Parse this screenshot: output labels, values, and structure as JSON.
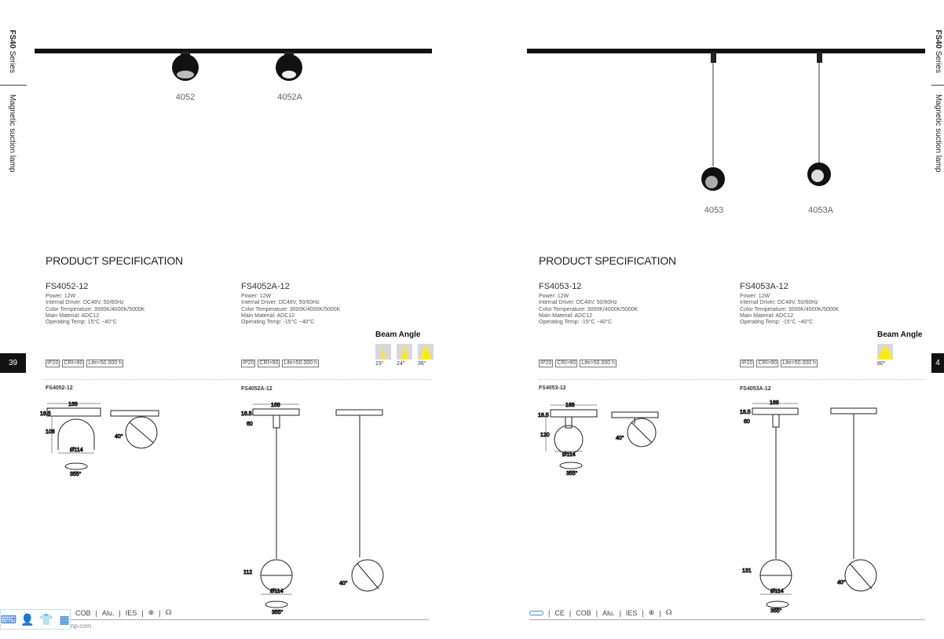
{
  "side_left": {
    "series_bold": "FS40",
    "series": "Series",
    "subtitle": "Magnetic suction lamp"
  },
  "side_right": {
    "series_bold": "FS40",
    "series": "Series",
    "subtitle": "Magnetic suction lamp"
  },
  "page_numbers": {
    "left": "39",
    "right": "4"
  },
  "left": {
    "products": [
      "4052",
      "4052A"
    ],
    "spec_title": "PRODUCT SPECIFICATION",
    "models": [
      {
        "name": "FS4052-12",
        "lines": [
          "Power: 12W",
          "Internal Driver: DC48V, 50/60Hz",
          "Color Temperature: 3000K/4000K/5000K",
          "Main Material: ADC12",
          "Operating Temp: 15°C ~40°C"
        ],
        "badges": [
          "IP20",
          "CRI>90",
          "Life>50.000 h"
        ],
        "drawing_title": "FS4052-12",
        "dims": {
          "width": "168",
          "track": "18.5",
          "height": "108",
          "dia": "Ø114",
          "rot": "355°",
          "tilt": "40°"
        }
      },
      {
        "name": "FS4052A-12",
        "lines": [
          "Power: 12W",
          "Internal Driver: DC48V, 50/60Hz",
          "Color Temperature: 3000K/4000K/5000K",
          "Main Material: ADC12",
          "Operating Temp: -15°C ~40°C"
        ],
        "badges": [
          "IP20",
          "CRI>90",
          "Life>50.000 h"
        ],
        "drawing_title": "FS4052A-12",
        "dims": {
          "width": "168",
          "track": "18.5",
          "stem": "60",
          "height": "112",
          "dia": "Ø114",
          "rot": "355°",
          "tilt": "40°"
        }
      }
    ],
    "beam_title": "Beam Angle",
    "beams": [
      "15°",
      "24°",
      "36°"
    ],
    "cert": [
      "COB",
      "Alu.",
      "IES",
      "⊕",
      "☊"
    ],
    "footer_url": "np.com"
  },
  "right": {
    "products": [
      "4053",
      "4053A"
    ],
    "spec_title": "PRODUCT SPECIFICATION",
    "models": [
      {
        "name": "FS4053-12",
        "lines": [
          "Power: 12W",
          "Internal Driver: DC48V, 50/60Hz",
          "Color Temperature: 3000K/4000K/5000K",
          "Main Material: ADC12",
          "Operating Temp: -15°C ~40°C"
        ],
        "badges": [
          "IP20",
          "CRI>90",
          "Life>50.000 h"
        ],
        "drawing_title": "FS4053-12",
        "dims": {
          "width": "168",
          "track": "18.5",
          "height": "120",
          "dia": "Ø114",
          "rot": "355°",
          "tilt": "40°"
        }
      },
      {
        "name": "FS4053A-12",
        "lines": [
          "Power: 12W",
          "Internal Driver: DC48V, 50/60Hz",
          "Color Temperature: 3000K/4000K/5000K",
          "Main Material: ADC12",
          "Operating Temp: -15°C ~40°C"
        ],
        "badges": [
          "IP20",
          "CRI>90",
          "Life>50.000 h"
        ],
        "drawing_title": "FS4053A-12",
        "dims": {
          "width": "168",
          "track": "18.5",
          "stem": "60",
          "height": "131",
          "dia": "Ø114",
          "rot": "355°",
          "tilt": "40°"
        }
      }
    ],
    "beam_title": "Beam Angle",
    "beams": [
      "80°"
    ],
    "cert": [
      "CE",
      "COB",
      "Alu.",
      "IES",
      "⊕",
      "☊"
    ]
  },
  "colors": {
    "beam": "#ffee00",
    "track": "#111111"
  }
}
